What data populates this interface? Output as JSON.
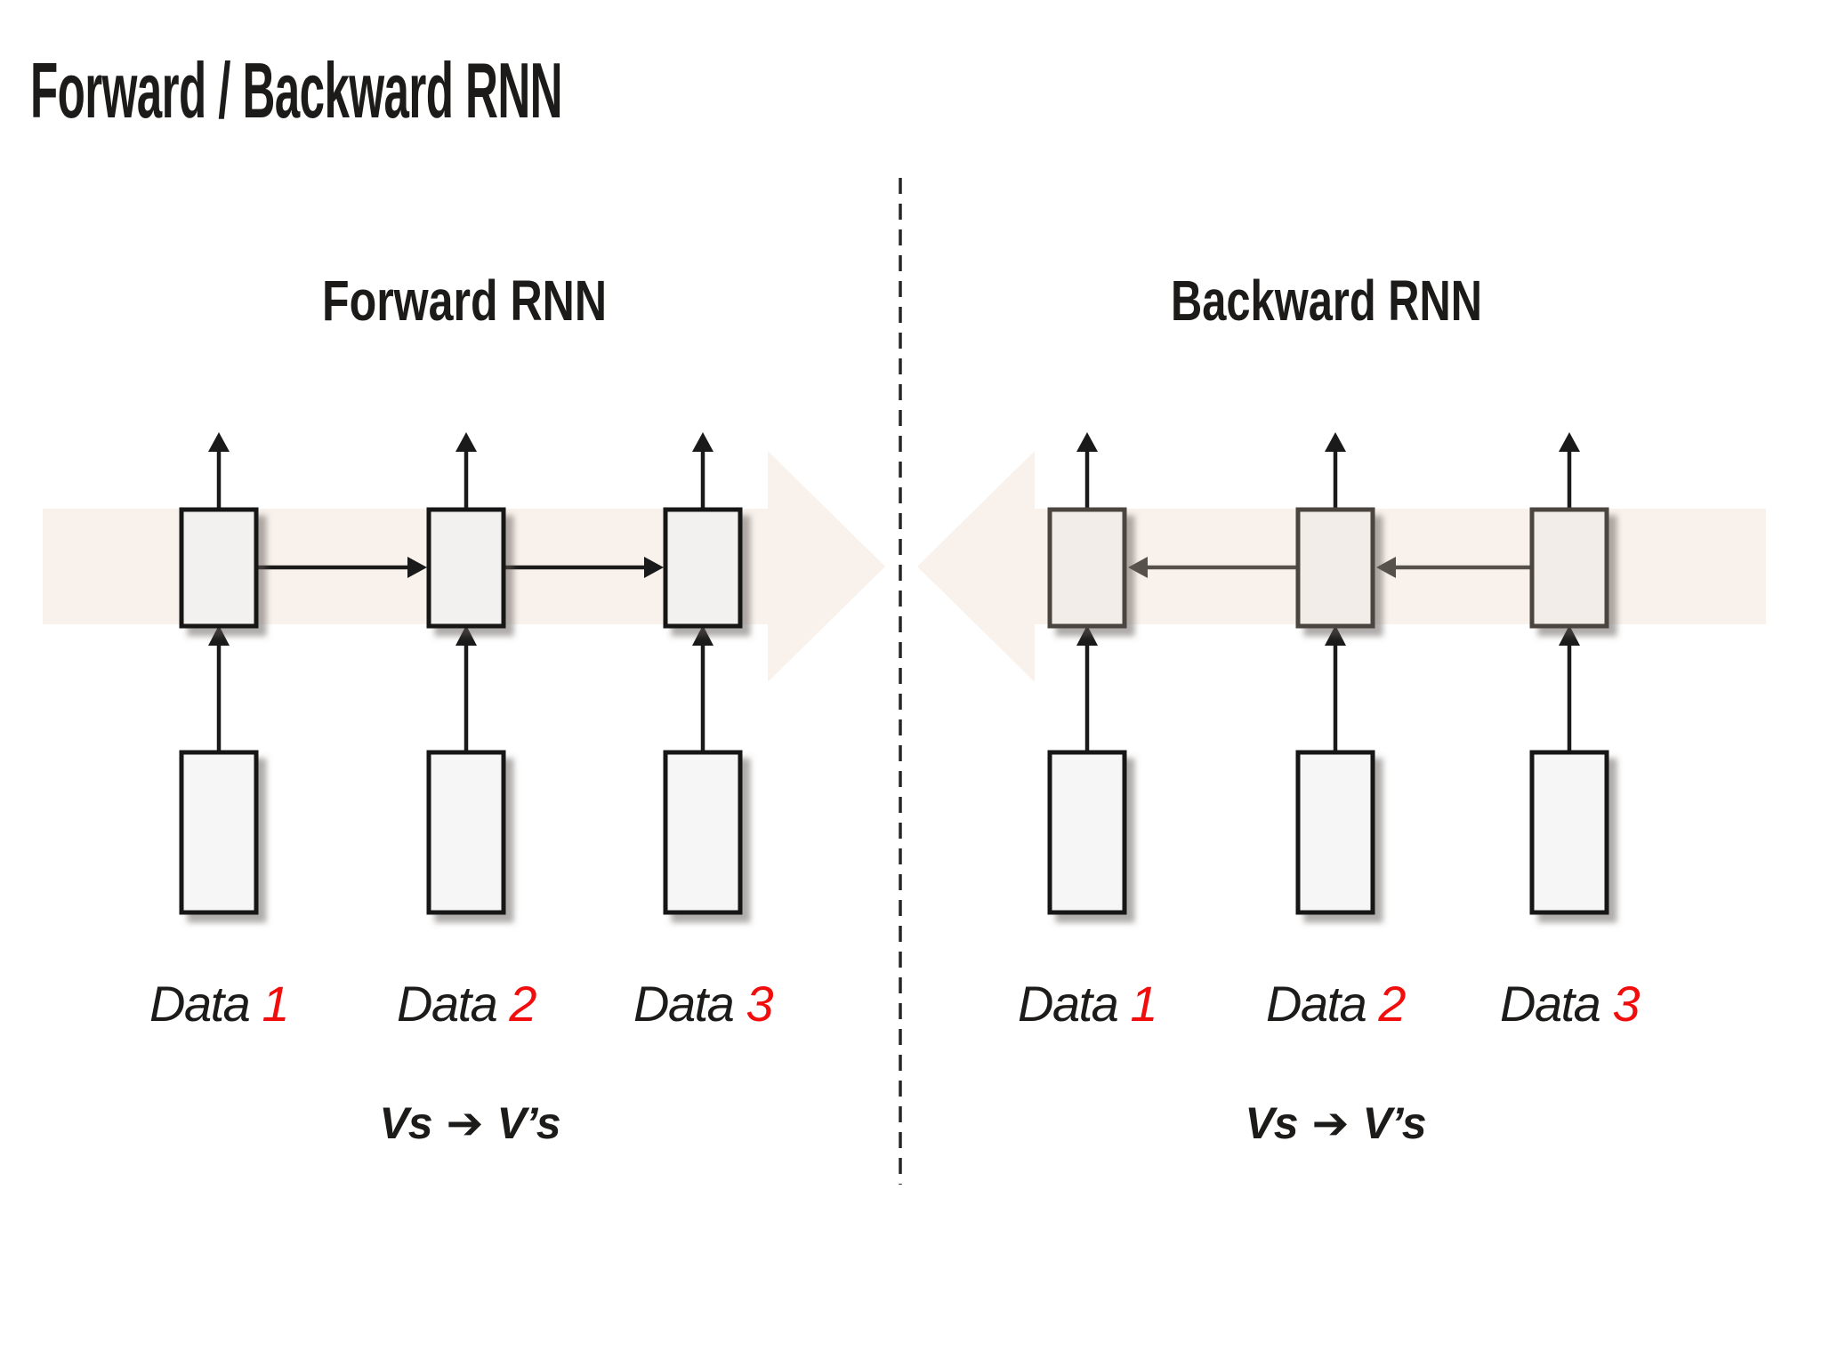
{
  "title": "Forward / Backward RNN",
  "colors": {
    "text_black": "#1c1b1a",
    "red_number": "#f20d0d",
    "forward_cell_fill": "#f2f1f0",
    "forward_cell_border": "#141414",
    "backward_cell_fill": "#f3ede9",
    "backward_cell_border": "#4c4540",
    "input_box_fill": "#f7f6f6",
    "backward_link_gray": "#57514c",
    "faint_flow_arrow_fill": "#f9f2ec"
  },
  "forward_panel": {
    "header": "Forward RNN",
    "flow_icon": "large-faint-right-arrow",
    "data_labels": [
      {
        "word": "Data",
        "number": "1"
      },
      {
        "word": "Data",
        "number": "2"
      },
      {
        "word": "Data",
        "number": "3"
      }
    ],
    "caption": {
      "lhs": "Vs",
      "arrow": "➔",
      "rhs": "V’s"
    }
  },
  "backward_panel": {
    "header": "Backward RNN",
    "flow_icon": "large-faint-left-arrow",
    "data_labels": [
      {
        "word": "Data",
        "number": "1"
      },
      {
        "word": "Data",
        "number": "2"
      },
      {
        "word": "Data",
        "number": "3"
      }
    ],
    "caption": {
      "lhs": "Vs",
      "arrow": "➔",
      "rhs": "V’s"
    }
  }
}
